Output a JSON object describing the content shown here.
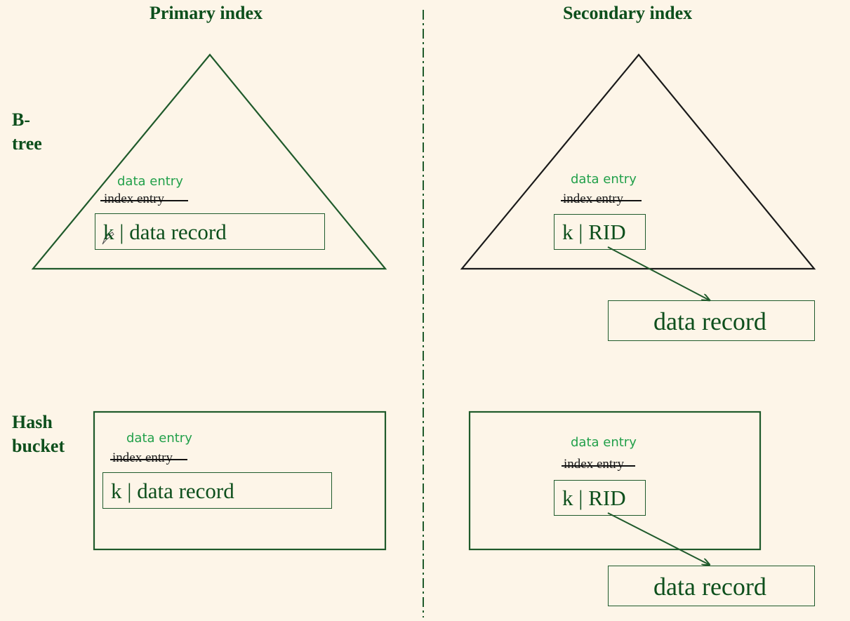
{
  "headers": {
    "primary": "Primary index",
    "secondary": "Secondary index"
  },
  "row_labels": {
    "btree": [
      "B-",
      "tree"
    ],
    "hash": [
      "Hash",
      "bucket"
    ]
  },
  "annotations": {
    "data_entry": "data entry",
    "index_entry": "index entry"
  },
  "entries": {
    "primary": "k | data record",
    "secondary": "k | RID"
  },
  "record": "data record",
  "colors": {
    "background": "#fdf5e8",
    "dark_green": "#0d4f1c",
    "light_green": "#22a04a",
    "black": "#111111"
  }
}
